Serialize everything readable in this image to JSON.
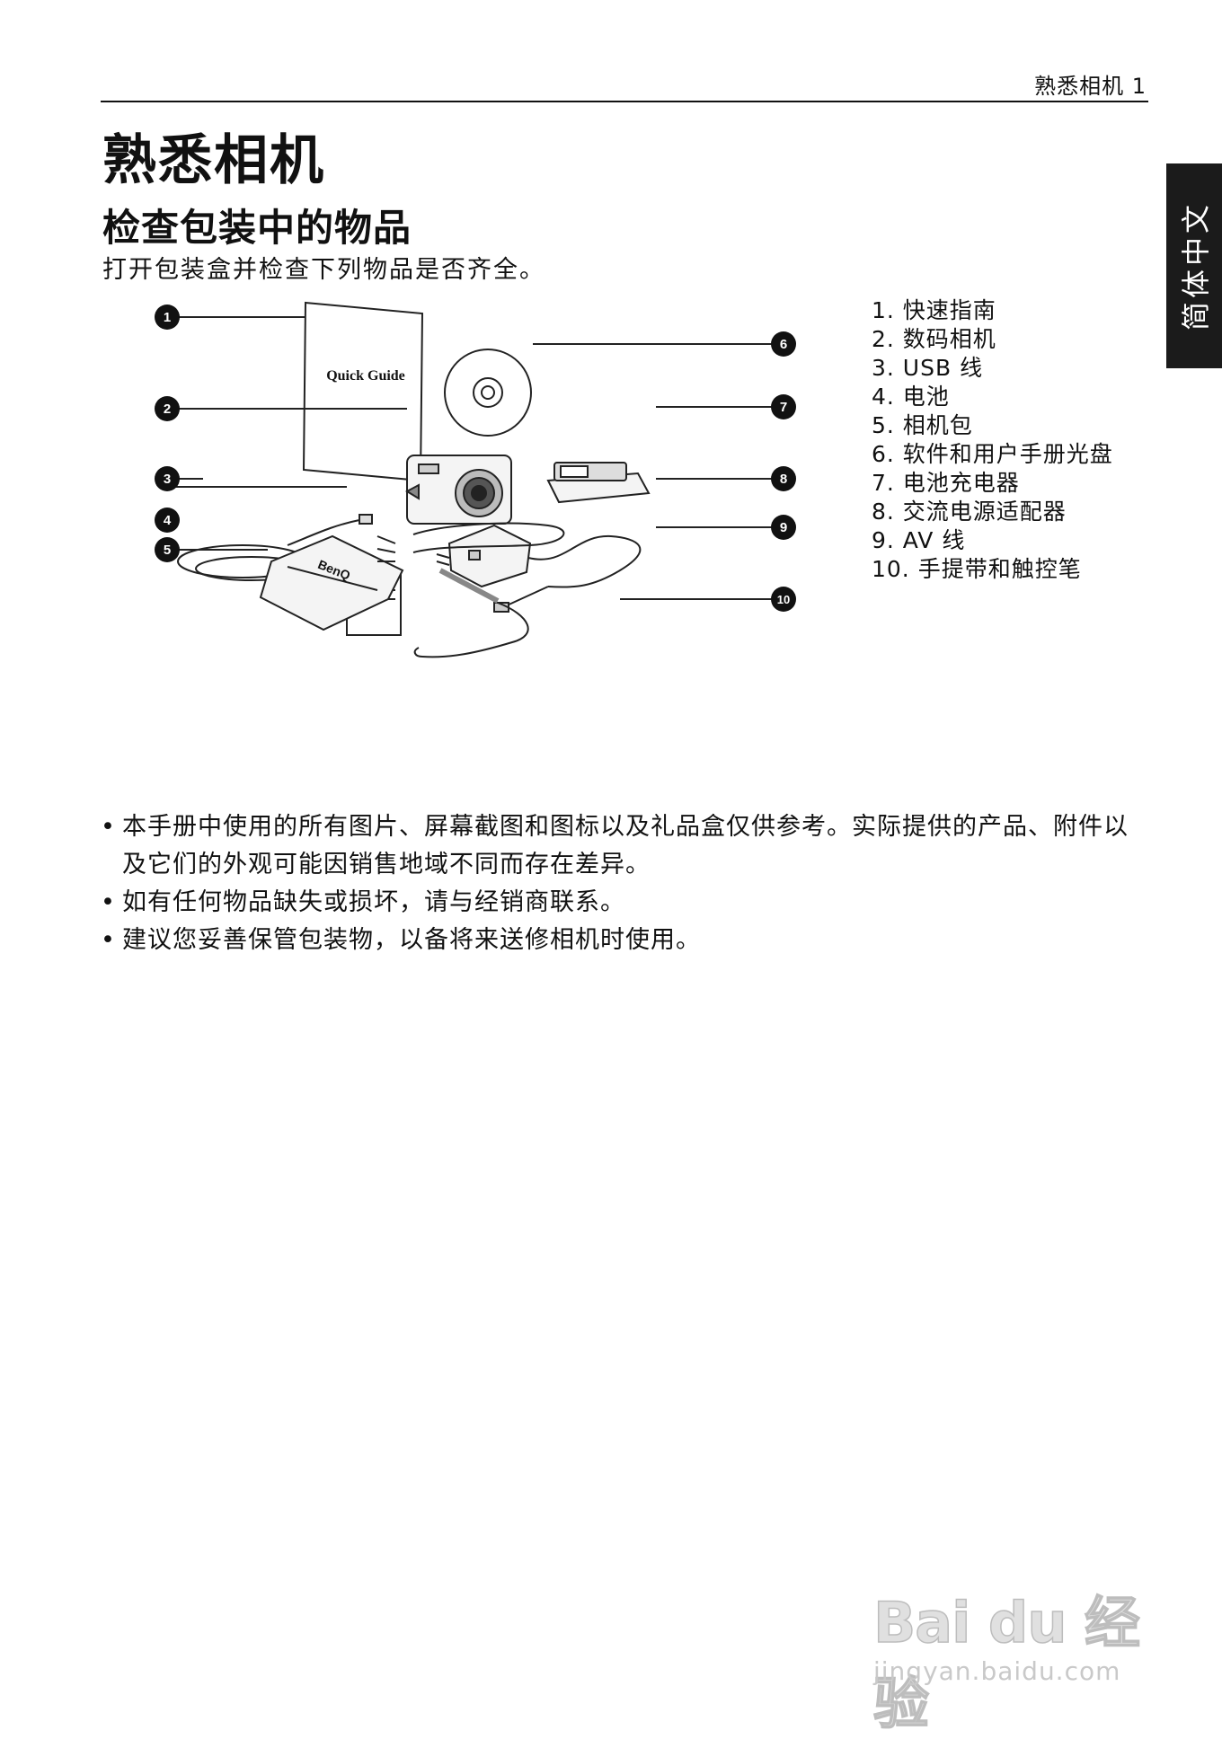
{
  "header": {
    "running_title": "熟悉相机  1"
  },
  "side_tab": {
    "label": "简体中文"
  },
  "page_title": "熟悉相机",
  "section": {
    "title": "检查包装中的物品",
    "intro": "打开包装盒并检查下列物品是否齐全。"
  },
  "items": [
    "1.   快速指南",
    "2.   数码相机",
    "3.   USB 线",
    "4.   电池",
    "5.   相机包",
    "6.   软件和用户手册光盘",
    "7.   电池充电器",
    "8.   交流电源适配器",
    "9.   AV 线",
    "10. 手提带和触控笔"
  ],
  "diagram": {
    "callouts": [
      "1",
      "2",
      "3",
      "4",
      "5",
      "6",
      "7",
      "8",
      "9",
      "10"
    ],
    "guide_label": "Quick Guide",
    "brand": "BenQ"
  },
  "notes": [
    "本手册中使用的所有图片、屏幕截图和图标以及礼品盒仅供参考。实际提供的产品、附件以及它们的外观可能因销售地域不同而存在差异。",
    "如有任何物品缺失或损坏，请与经销商联系。",
    "建议您妥善保管包装物，以备将来送修相机时使用。"
  ],
  "watermark": {
    "logo": "Bai du 经验",
    "url": "jingyan.baidu.com"
  }
}
